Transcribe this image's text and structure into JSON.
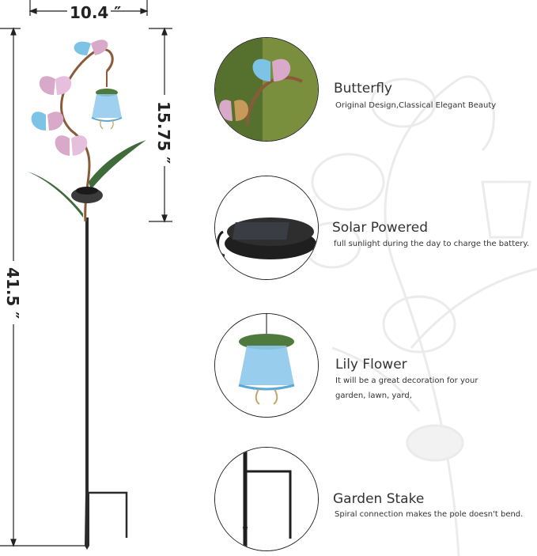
{
  "dimensions": {
    "width": "10.4 ″",
    "height_top": "15.75 ″",
    "height_total": "41.5 ″"
  },
  "features": [
    {
      "title": "Butterfly",
      "desc": "Original Design,Classical Elegant Beauty"
    },
    {
      "title": "Solar Powered",
      "desc": "full sunlight during the day to charge the battery."
    },
    {
      "title": "Lily Flower",
      "desc": "It will be a great decoration for your garden, lawn, yard,"
    },
    {
      "title": "Garden Stake",
      "desc": "Spiral connection makes the pole doesn't bend."
    }
  ],
  "colors": {
    "stake": "#2b2b2b",
    "butterfly_pink": "#d8a9c9",
    "butterfly_blue": "#7cc3e6",
    "leaf_green": "#3f6b3a",
    "lantern_blue": "#8ec8ec"
  }
}
